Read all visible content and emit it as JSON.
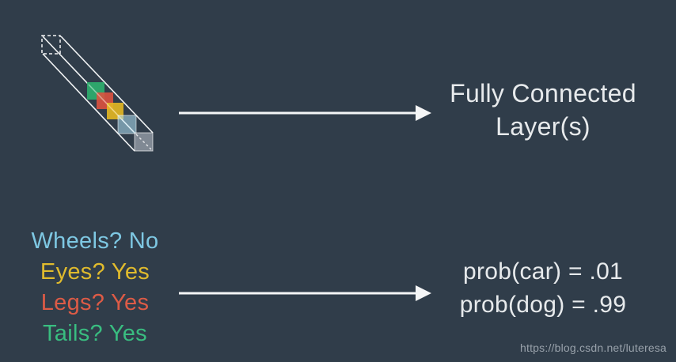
{
  "page": {
    "background": "#303d4a",
    "text_color": "#e7eaec"
  },
  "diagram": {
    "description": "feature-map-prism",
    "outline_color": "#f2f4f5",
    "squares": [
      {
        "name": "green-square",
        "color": "#2fae6e"
      },
      {
        "name": "red-square",
        "color": "#e0523f"
      },
      {
        "name": "yellow-square",
        "color": "#e6b822"
      },
      {
        "name": "blue-square",
        "color": "#a9d9ec"
      },
      {
        "name": "gray-square",
        "color": "#c9cfd8"
      }
    ]
  },
  "arrows": {
    "color": "#f5f6f7"
  },
  "fully_connected": {
    "line1": "Fully Connected",
    "line2": "Layer(s)"
  },
  "questions": [
    {
      "label": "Wheels? No",
      "color": "#7ec8e3"
    },
    {
      "label": "Eyes? Yes",
      "color": "#e0bb2d"
    },
    {
      "label": "Legs? Yes",
      "color": "#dd5b46"
    },
    {
      "label": "Tails? Yes",
      "color": "#39bd80"
    }
  ],
  "probabilities": {
    "line1": "prob(car) = .01",
    "line2": "prob(dog) = .99"
  },
  "watermark": {
    "text": "https://blog.csdn.net/luteresa",
    "color": "#98a1aa"
  }
}
